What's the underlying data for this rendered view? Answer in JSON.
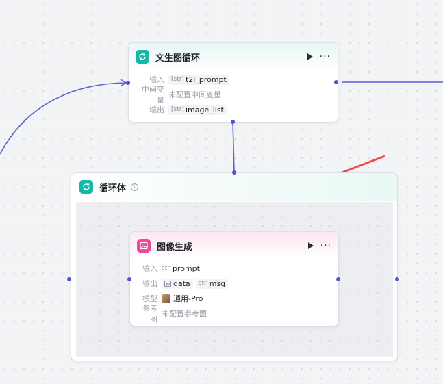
{
  "loop_node": {
    "title": "文生图循环",
    "rows": [
      {
        "label": "输入",
        "tag_type": "[str]",
        "value": "t2i_prompt"
      },
      {
        "label": "中间变量",
        "placeholder": "未配置中间变量"
      },
      {
        "label": "输出",
        "tag_type": "[str]",
        "value": "image_list"
      }
    ]
  },
  "loop_body": {
    "title": "循环体",
    "info": "i"
  },
  "image_node": {
    "title": "图像生成",
    "input_label": "输入",
    "input_type": "str.",
    "input_value": "prompt",
    "output_label": "输出",
    "output_data": "data",
    "output_msg_type": "str.",
    "output_msg": "msg",
    "model_label": "模型",
    "model_value": "通用-Pro",
    "ref_label": "参考图",
    "ref_placeholder": "未配置参考图"
  },
  "colors": {
    "edge": "#5b5fd6",
    "arrow": "#e8504f",
    "loop_icon": "#14b8a6",
    "image_icon": "#ec4899"
  }
}
